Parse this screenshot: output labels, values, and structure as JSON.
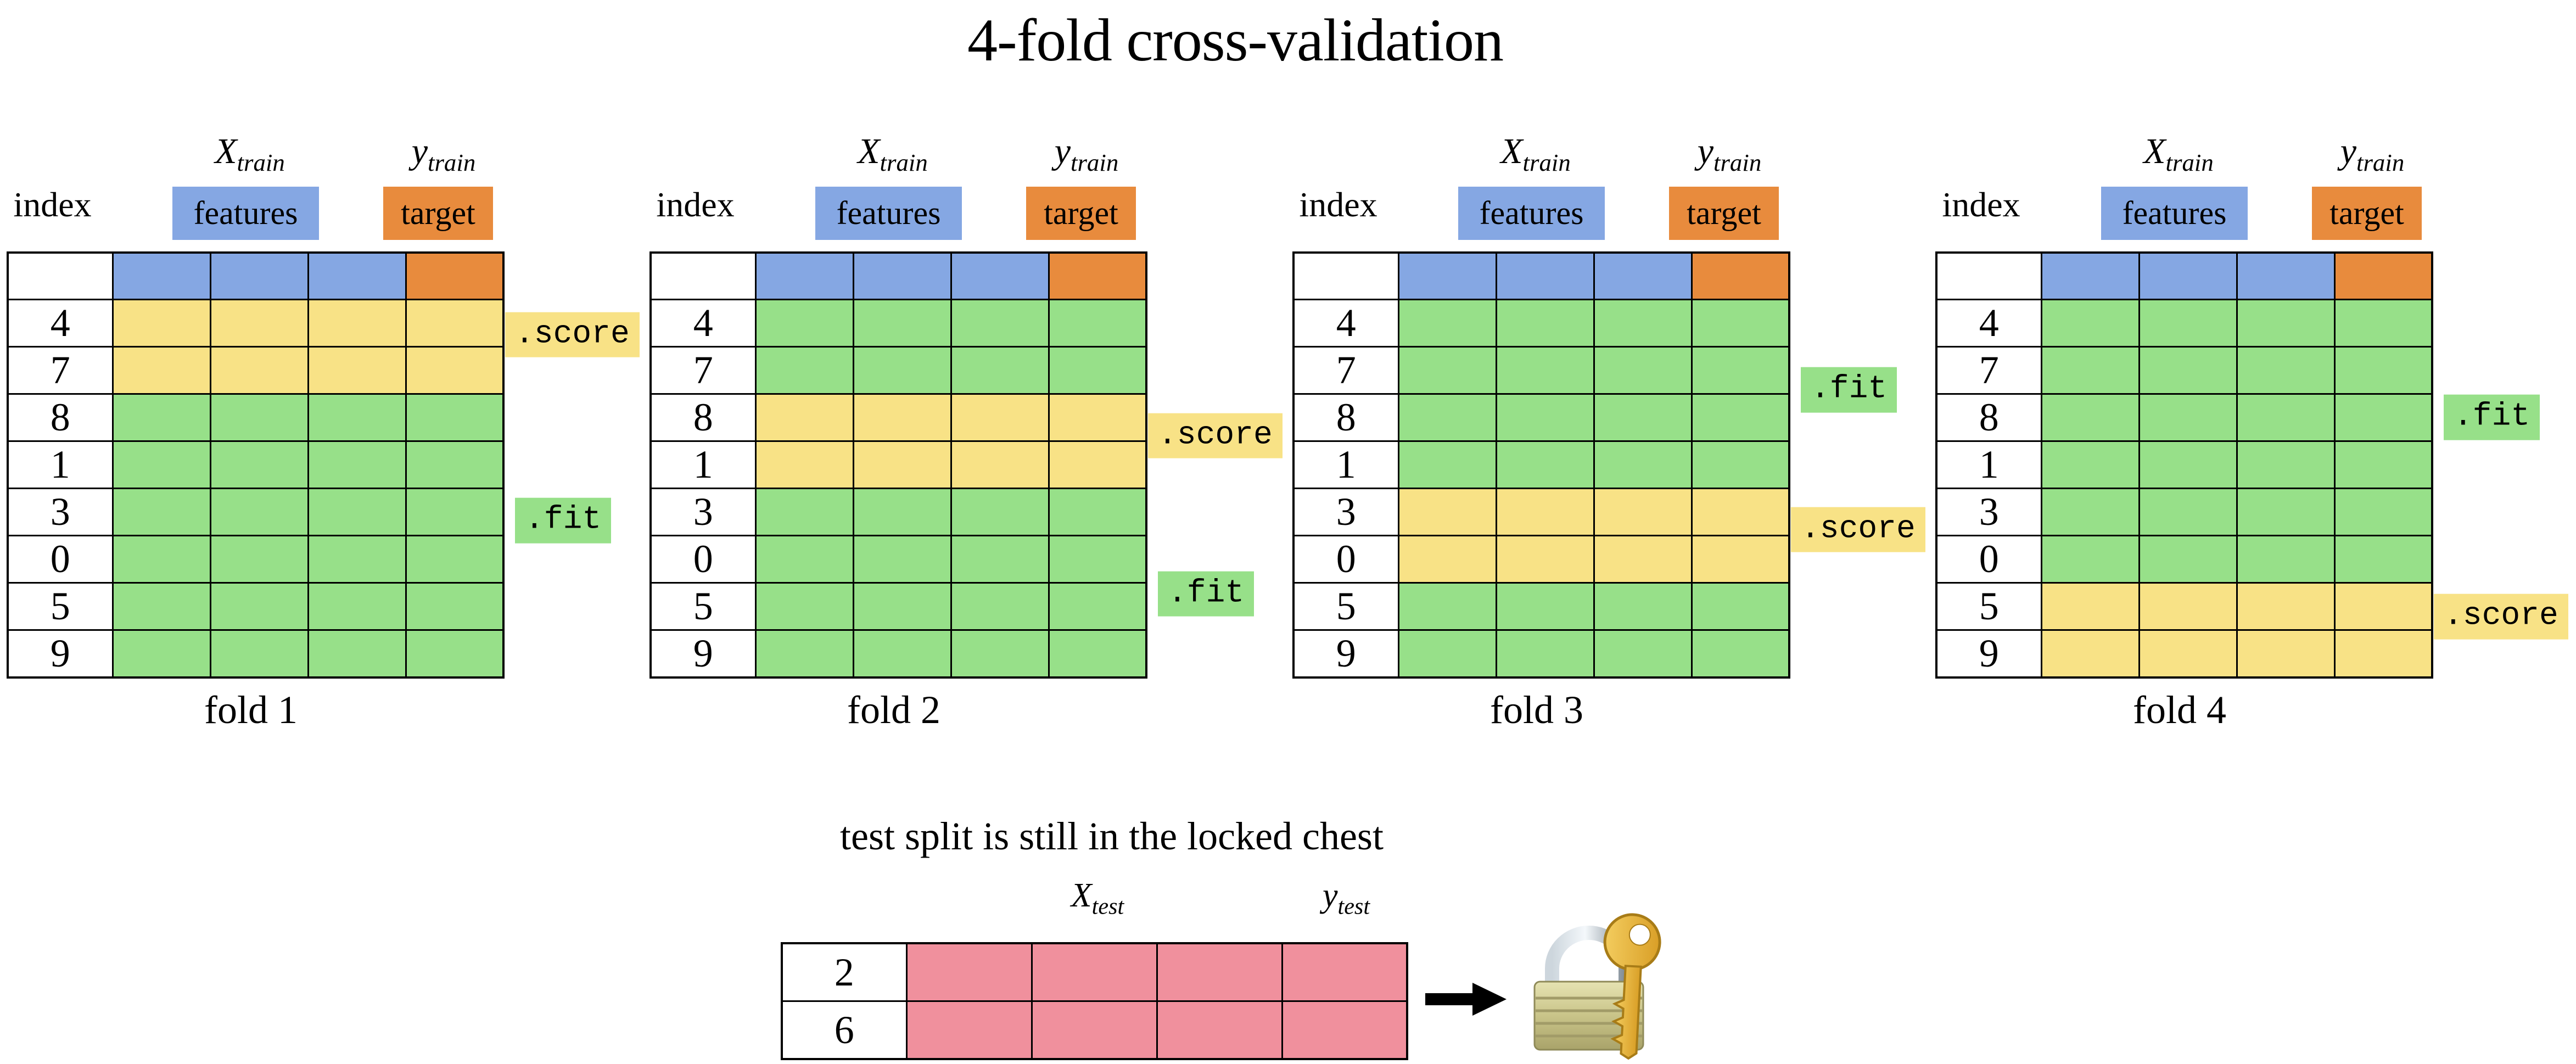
{
  "title": "4-fold cross-validation",
  "colors": {
    "features_blue": "#85a7e3",
    "target_orange": "#e88b3d",
    "train_green": "#97e089",
    "validation_yellow": "#f8e286",
    "test_pink": "#f0909d"
  },
  "fold_header": {
    "index_label": "index",
    "x_train": {
      "base": "X",
      "sub": "train"
    },
    "features_label": "features",
    "y_train": {
      "base": "y",
      "sub": "train"
    },
    "target_label": "target"
  },
  "method_labels": {
    "fit": ".fit",
    "score": ".score"
  },
  "row_indices": [
    "4",
    "7",
    "8",
    "1",
    "3",
    "0",
    "5",
    "9"
  ],
  "n_feature_columns": 3,
  "n_target_columns": 1,
  "folds": [
    {
      "caption": "fold 1",
      "validation_rows": [
        "4",
        "7"
      ],
      "score_center_row": 0.8,
      "fit_center_row": 4.85
    },
    {
      "caption": "fold 2",
      "validation_rows": [
        "8",
        "1"
      ],
      "score_center_row": 3.0,
      "fit_center_row": 6.45
    },
    {
      "caption": "fold 3",
      "validation_rows": [
        "3",
        "0"
      ],
      "score_center_row": 5.05,
      "fit_center_row": 2.0
    },
    {
      "caption": "fold 4",
      "validation_rows": [
        "5",
        "9"
      ],
      "score_center_row": 6.95,
      "fit_center_row": 2.6
    }
  ],
  "test_section": {
    "caption": "test split is still in the locked chest",
    "x_test": {
      "base": "X",
      "sub": "test"
    },
    "y_test": {
      "base": "y",
      "sub": "test"
    },
    "row_indices": [
      "2",
      "6"
    ]
  }
}
